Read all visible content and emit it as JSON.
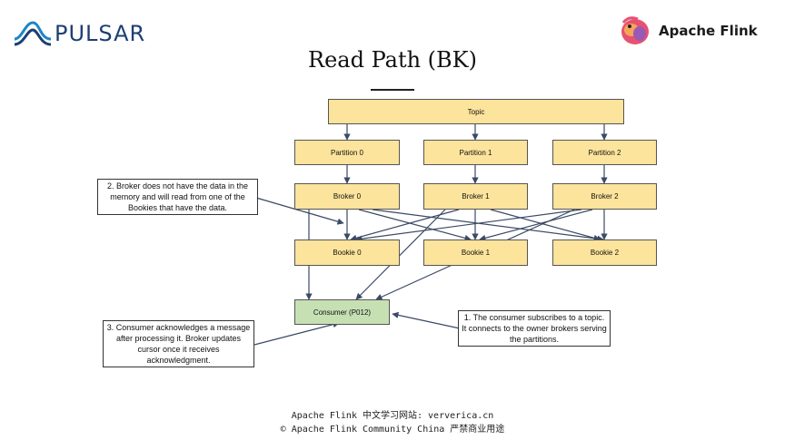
{
  "header": {
    "pulsar_logo_text": "PULSAR",
    "flink_logo_text": "Apache Flink"
  },
  "title": "Read Path (BK)",
  "diagram": {
    "topic": "Topic",
    "partitions": [
      "Partition 0",
      "Partition 1",
      "Partition 2"
    ],
    "brokers": [
      "Broker 0",
      "Broker 1",
      "Broker 2"
    ],
    "bookies": [
      "Bookie 0",
      "Bookie 1",
      "Bookie 2"
    ],
    "consumer": "Consumer (P012)",
    "box_fill": "#fde49c",
    "consumer_fill": "#c6e0b4",
    "connector_color": "#3b4a66"
  },
  "notes": {
    "broker_note": "2. Broker does not have the data in the memory and will read from one of the Bookies that have the data.",
    "consumer_ack_note": "3. Consumer acknowledges a message after processing it. Broker updates cursor once it receives acknowledgment.",
    "subscribe_note": "1. The consumer subscribes to a topic. It connects to the owner brokers serving the partitions."
  },
  "footer": {
    "line1": "Apache Flink 中文学习网站:  ververica.cn",
    "line2": "© Apache Flink Community China  严禁商业用途"
  }
}
